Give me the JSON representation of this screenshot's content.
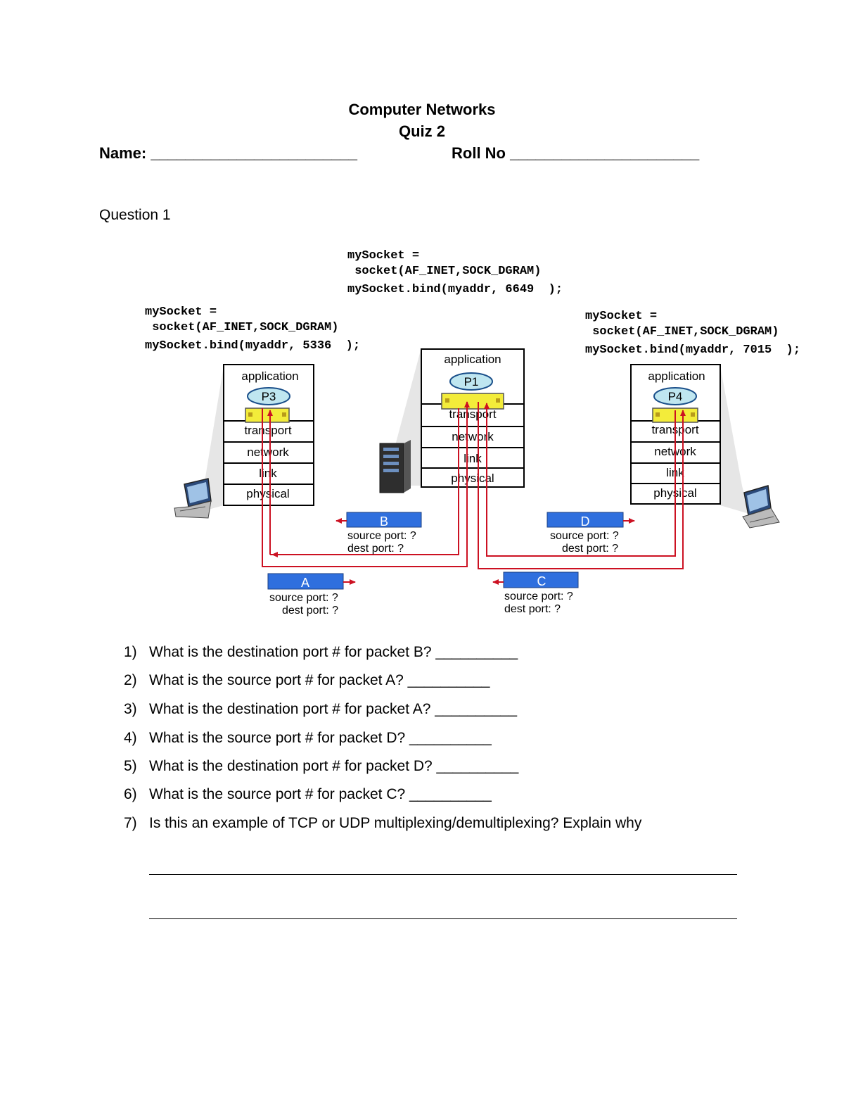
{
  "header": {
    "course": "Computer Networks",
    "quiz": "Quiz 2",
    "name_label": "Name: ________________________",
    "roll_label": "Roll No ______________________"
  },
  "question_heading": "Question 1",
  "code": {
    "center": [
      "mySocket =",
      " socket(AF_INET,SOCK_DGRAM)",
      "mySocket.bind(myaddr, 6649  );"
    ],
    "left": [
      "mySocket =",
      " socket(AF_INET,SOCK_DGRAM)",
      "mySocket.bind(myaddr, 5336  );"
    ],
    "right": [
      "mySocket =",
      " socket(AF_INET,SOCK_DGRAM)",
      "mySocket.bind(myaddr, 7015  );"
    ]
  },
  "diagram": {
    "layers": [
      "application",
      "transport",
      "network",
      "link",
      "physical"
    ],
    "processes": {
      "left": "P3",
      "center": "P1",
      "right": "P4"
    },
    "packets": [
      {
        "label": "A",
        "line1": "source port: ?",
        "line2": "dest port: ?"
      },
      {
        "label": "B",
        "line1": "source port: ?",
        "line2": "dest port: ?"
      },
      {
        "label": "C",
        "line1": "source port: ?",
        "line2": "dest port: ?"
      },
      {
        "label": "D",
        "line1": "source port: ?",
        "line2": "dest port: ?"
      }
    ],
    "colors": {
      "packet": "#2f6fde",
      "arrow": "#cc1122",
      "socket": "#f3ec3a",
      "process": "#bfe6f0"
    }
  },
  "questions": [
    {
      "num": "1)",
      "text": "What is the destination port # for packet B? __________"
    },
    {
      "num": "2)",
      "text": "What is the source port # for packet A? __________"
    },
    {
      "num": "3)",
      "text": "What is the destination port # for packet A? __________"
    },
    {
      "num": "4)",
      "text": "What is the source port # for packet D? __________"
    },
    {
      "num": "5)",
      "text": "What is the destination port # for packet D? __________"
    },
    {
      "num": "6)",
      "text": "What is the source port # for packet C? __________"
    },
    {
      "num": "7)",
      "text": "Is this an example of TCP or UDP multiplexing/demultiplexing? Explain why"
    }
  ]
}
